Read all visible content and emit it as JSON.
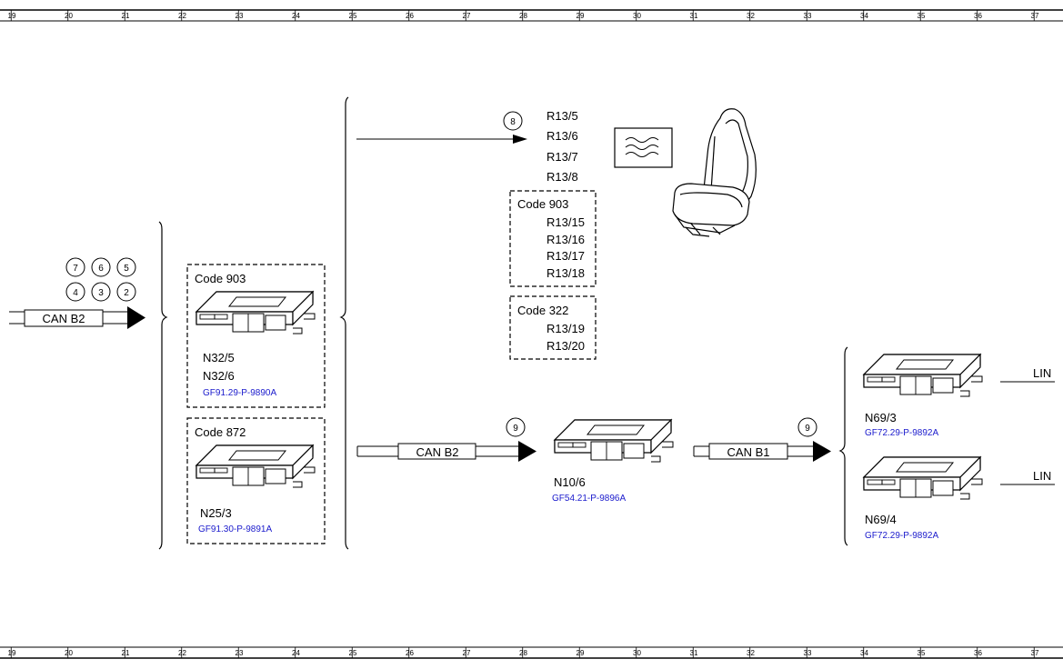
{
  "ruler": {
    "columns": [
      "19",
      "20",
      "21",
      "22",
      "23",
      "24",
      "25",
      "26",
      "27",
      "28",
      "29",
      "30",
      "31",
      "32",
      "33",
      "34",
      "35",
      "36",
      "37"
    ]
  },
  "left_bus": {
    "label": "CAN B2",
    "circles_top": [
      "7",
      "6",
      "5"
    ],
    "circles_bottom": [
      "4",
      "3",
      "2"
    ]
  },
  "group_903": {
    "code": "Code 903",
    "comp1": "N32/5",
    "comp2": "N32/6",
    "ref": "GF91.29-P-9890A"
  },
  "group_872": {
    "code": "Code 872",
    "comp": "N25/3",
    "ref": "GF91.30-P-9891A"
  },
  "heater": {
    "circle": "8",
    "items": [
      "R13/5",
      "R13/6",
      "R13/7",
      "R13/8"
    ],
    "code903": {
      "code": "Code 903",
      "items": [
        "R13/15",
        "R13/16",
        "R13/17",
        "R13/18"
      ]
    },
    "code322": {
      "code": "Code 322",
      "items": [
        "R13/19",
        "R13/20"
      ]
    }
  },
  "mid_bus": {
    "label": "CAN B2",
    "circle": "9"
  },
  "n10": {
    "name": "N10/6",
    "ref": "GF54.21-P-9896A"
  },
  "right_bus": {
    "label": "CAN B1",
    "circle": "9"
  },
  "n69_3": {
    "name": "N69/3",
    "ref": "GF72.29-P-9892A",
    "bus": "LIN"
  },
  "n69_4": {
    "name": "N69/4",
    "ref": "GF72.29-P-9892A",
    "bus": "LIN"
  }
}
